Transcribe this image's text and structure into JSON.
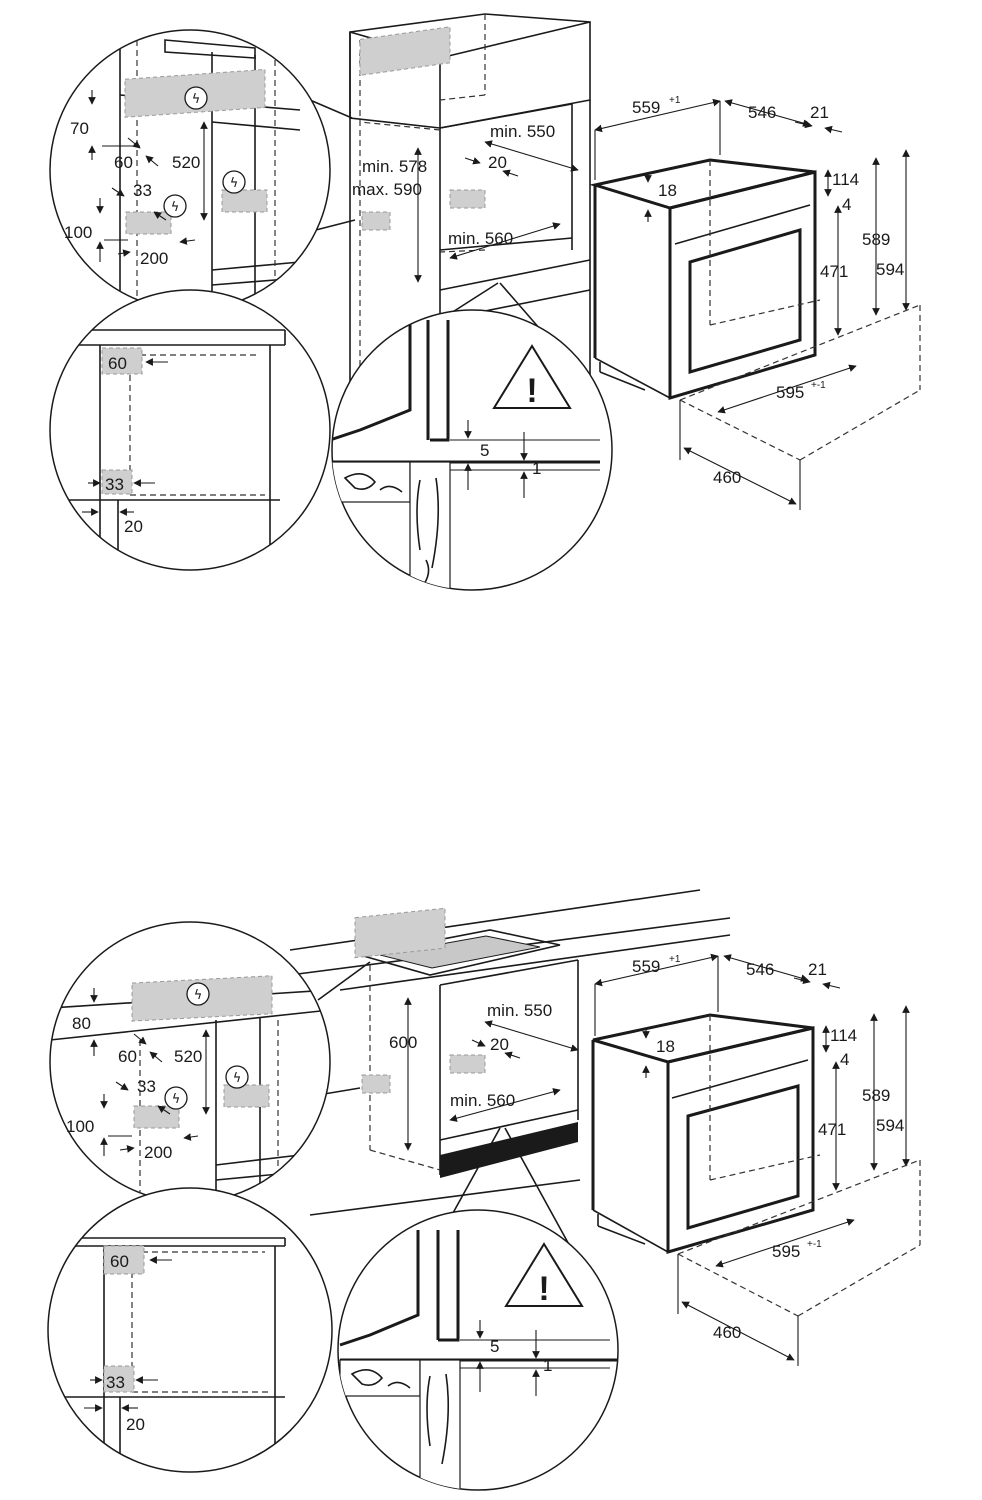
{
  "diagram_top": {
    "cabinet_labels": {
      "min_550": "min. 550",
      "dim_20": "20",
      "min_578": "min. 578",
      "max_590": "max. 590",
      "min_560": "min. 560"
    },
    "oven_labels": {
      "d559": "559",
      "d559_sup": "+1",
      "d546": "546",
      "d21": "21",
      "d18": "18",
      "d114": "114",
      "d4": "4",
      "d589": "589",
      "d594": "594",
      "d471": "471",
      "d595": "595",
      "d595_sup": "+-1",
      "d460": "460"
    },
    "detail_upper": {
      "d70": "70",
      "d60": "60",
      "d520": "520",
      "d33": "33",
      "d100": "100",
      "d200": "200"
    },
    "detail_lower": {
      "d60": "60",
      "d33": "33",
      "d20": "20"
    },
    "detail_gap": {
      "d5": "5",
      "d1": "1"
    }
  },
  "diagram_bottom": {
    "cabinet_labels": {
      "d600": "600",
      "min_550": "min. 550",
      "dim_20": "20",
      "min_560": "min. 560"
    },
    "oven_labels": {
      "d559": "559",
      "d559_sup": "+1",
      "d546": "546",
      "d21": "21",
      "d18": "18",
      "d114": "114",
      "d4": "4",
      "d589": "589",
      "d594": "594",
      "d471": "471",
      "d595": "595",
      "d595_sup": "+-1",
      "d460": "460"
    },
    "detail_upper": {
      "d80": "80",
      "d60": "60",
      "d520": "520",
      "d33": "33",
      "d100": "100",
      "d200": "200"
    },
    "detail_lower": {
      "d60": "60",
      "d33": "33",
      "d20": "20"
    },
    "detail_gap": {
      "d5": "5",
      "d1": "1"
    }
  },
  "icons": {
    "electrical": "electrical-symbol-icon",
    "warning": "warning-triangle-icon"
  }
}
